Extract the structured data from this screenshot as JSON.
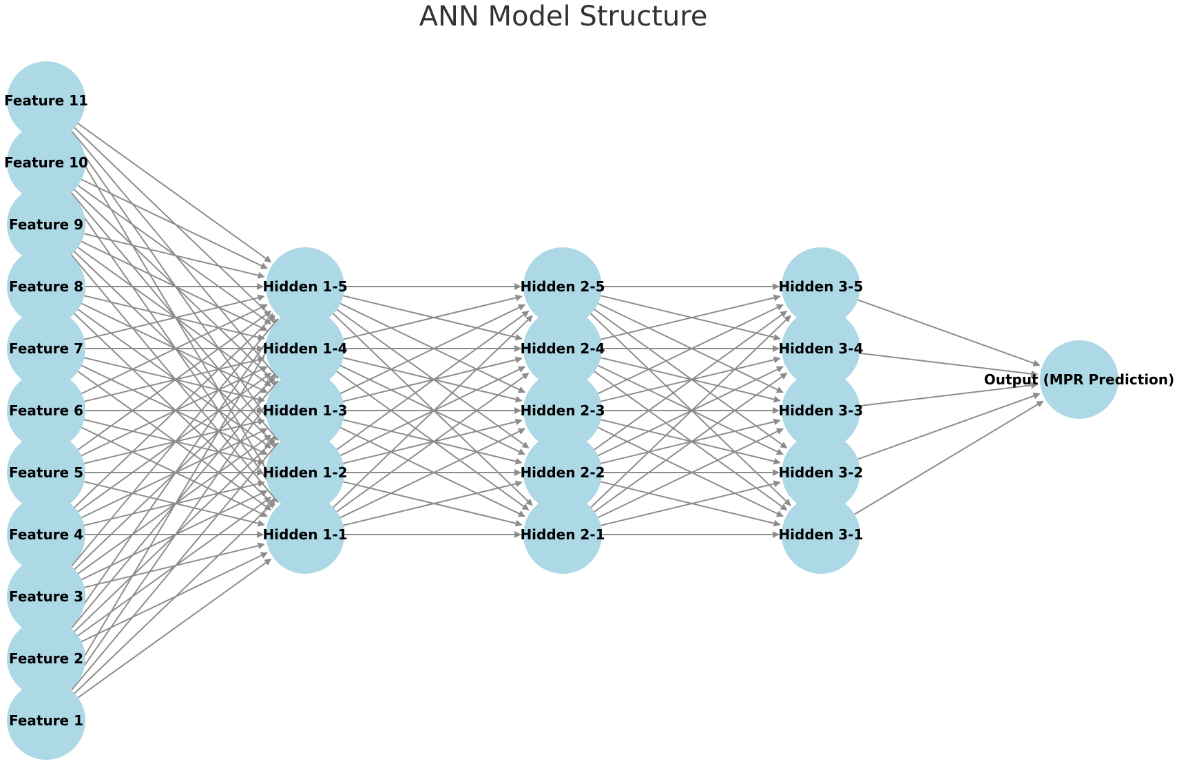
{
  "title": "ANN Model Structure",
  "colors": {
    "node_fill": "#add8e6",
    "edge": "#8c8c8c",
    "label": "#000000",
    "title": "#333333"
  },
  "layers": [
    {
      "name": "input",
      "nodes": [
        {
          "id": "feature-11",
          "label": "Feature 11"
        },
        {
          "id": "feature-10",
          "label": "Feature 10"
        },
        {
          "id": "feature-9",
          "label": "Feature 9"
        },
        {
          "id": "feature-8",
          "label": "Feature 8"
        },
        {
          "id": "feature-7",
          "label": "Feature 7"
        },
        {
          "id": "feature-6",
          "label": "Feature 6"
        },
        {
          "id": "feature-5",
          "label": "Feature 5"
        },
        {
          "id": "feature-4",
          "label": "Feature 4"
        },
        {
          "id": "feature-3",
          "label": "Feature 3"
        },
        {
          "id": "feature-2",
          "label": "Feature 2"
        },
        {
          "id": "feature-1",
          "label": "Feature 1"
        }
      ]
    },
    {
      "name": "hidden-1",
      "nodes": [
        {
          "id": "hidden-1-5",
          "label": "Hidden 1-5"
        },
        {
          "id": "hidden-1-4",
          "label": "Hidden 1-4"
        },
        {
          "id": "hidden-1-3",
          "label": "Hidden 1-3"
        },
        {
          "id": "hidden-1-2",
          "label": "Hidden 1-2"
        },
        {
          "id": "hidden-1-1",
          "label": "Hidden 1-1"
        }
      ]
    },
    {
      "name": "hidden-2",
      "nodes": [
        {
          "id": "hidden-2-5",
          "label": "Hidden 2-5"
        },
        {
          "id": "hidden-2-4",
          "label": "Hidden 2-4"
        },
        {
          "id": "hidden-2-3",
          "label": "Hidden 2-3"
        },
        {
          "id": "hidden-2-2",
          "label": "Hidden 2-2"
        },
        {
          "id": "hidden-2-1",
          "label": "Hidden 2-1"
        }
      ]
    },
    {
      "name": "hidden-3",
      "nodes": [
        {
          "id": "hidden-3-5",
          "label": "Hidden 3-5"
        },
        {
          "id": "hidden-3-4",
          "label": "Hidden 3-4"
        },
        {
          "id": "hidden-3-3",
          "label": "Hidden 3-3"
        },
        {
          "id": "hidden-3-2",
          "label": "Hidden 3-2"
        },
        {
          "id": "hidden-3-1",
          "label": "Hidden 3-1"
        }
      ]
    },
    {
      "name": "output",
      "nodes": [
        {
          "id": "output",
          "label": "Output (MPR Prediction)"
        }
      ]
    }
  ]
}
